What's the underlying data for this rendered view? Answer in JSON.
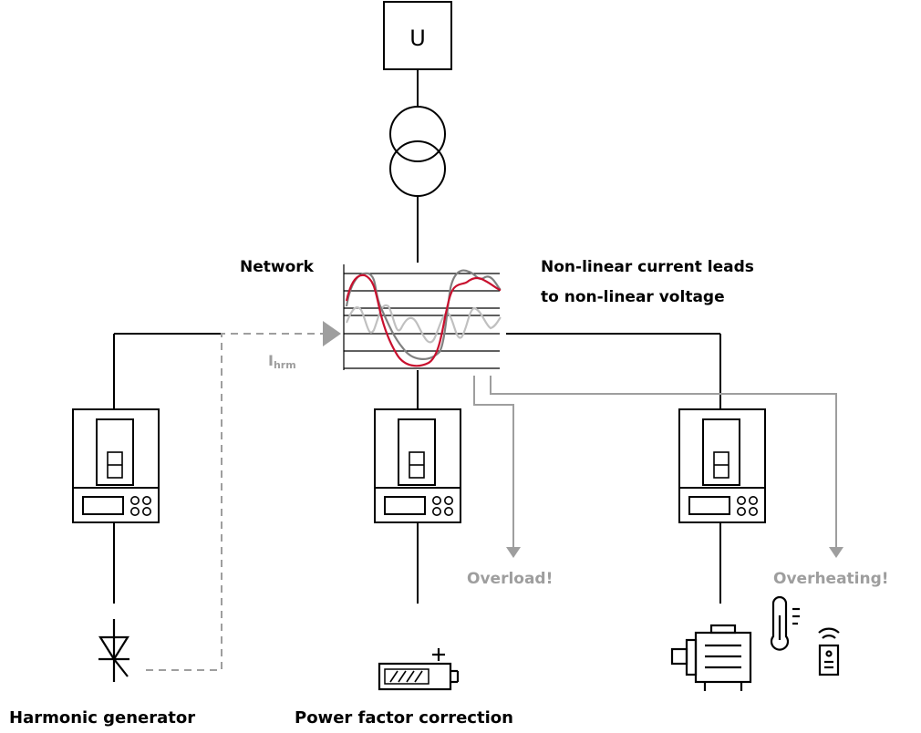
{
  "source": {
    "symbol": "U"
  },
  "labels": {
    "network": "Network",
    "distortion_line1": "Non-linear current leads",
    "distortion_line2": "to non-linear voltage",
    "current_main": "I",
    "current_sub": "hrm",
    "overload": "Overload!",
    "overheating": "Overheating!",
    "harmonic_generator": "Harmonic generator",
    "power_factor_correction": "Power factor correction"
  },
  "colors": {
    "line": "#000000",
    "annotation": "#9e9e9e",
    "wave_red": "#c8102e",
    "wave_gray": "#808080",
    "wave_light": "#c0c0c0"
  },
  "icons": {
    "source": "voltage-source-box",
    "transformer": "transformer-icon",
    "drive": "drive-icon",
    "thyristor": "thyristor-icon",
    "battery": "battery-icon",
    "motor": "motor-icon",
    "thermometer": "thermometer-icon",
    "sensor": "wireless-sensor-icon"
  }
}
